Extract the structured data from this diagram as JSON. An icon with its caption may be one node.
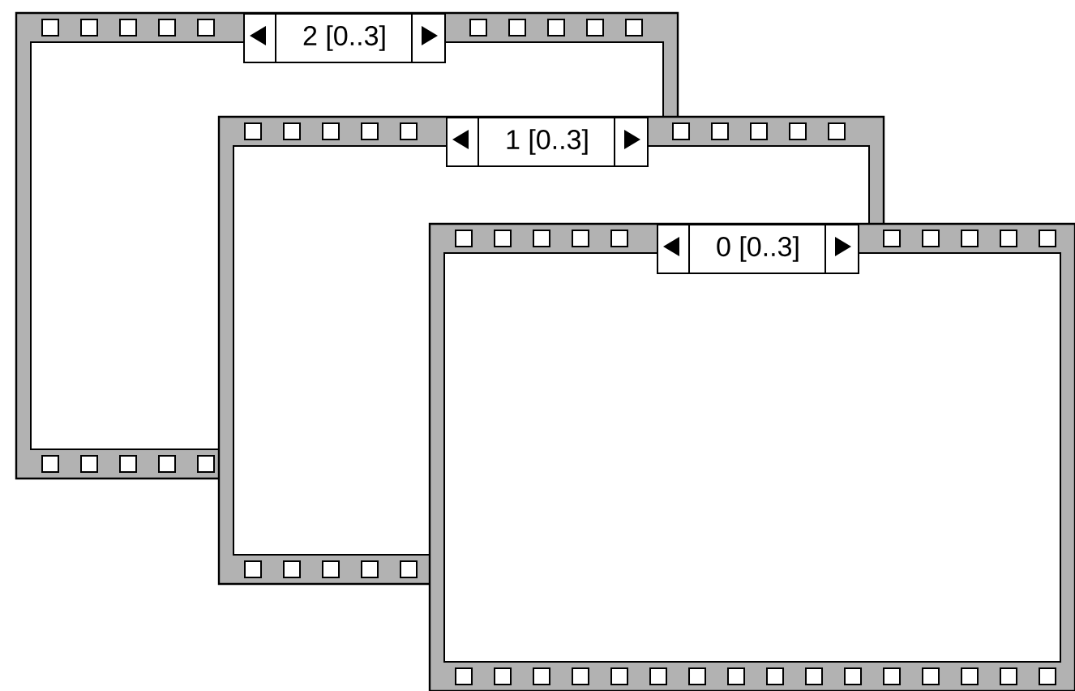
{
  "diagram": {
    "nodes": [
      {
        "text": [
          "2 [0..3]"
        ]
      },
      {
        "text": [
          "1 [0..3]"
        ]
      },
      {
        "text": [
          "0 [0..3]"
        ]
      }
    ]
  }
}
